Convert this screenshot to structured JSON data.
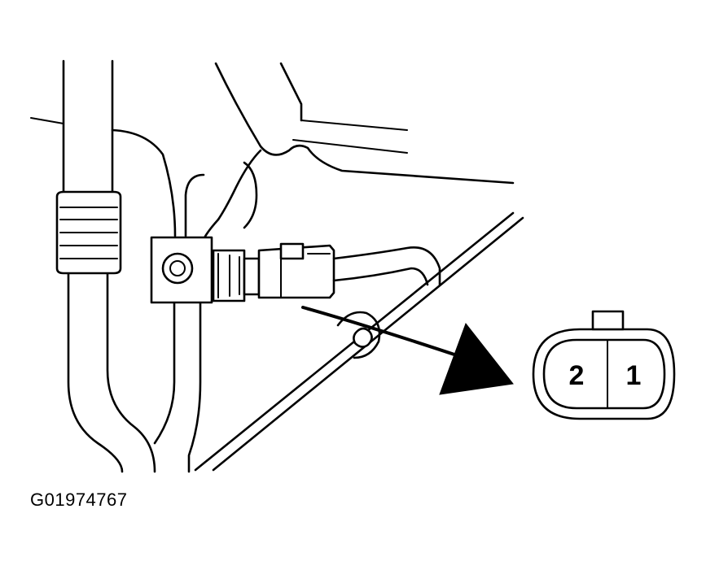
{
  "figure_id": "G01974767",
  "connector": {
    "pins": [
      {
        "label": "2"
      },
      {
        "label": "1"
      }
    ]
  },
  "colors": {
    "line": "#000000",
    "background": "#ffffff"
  }
}
